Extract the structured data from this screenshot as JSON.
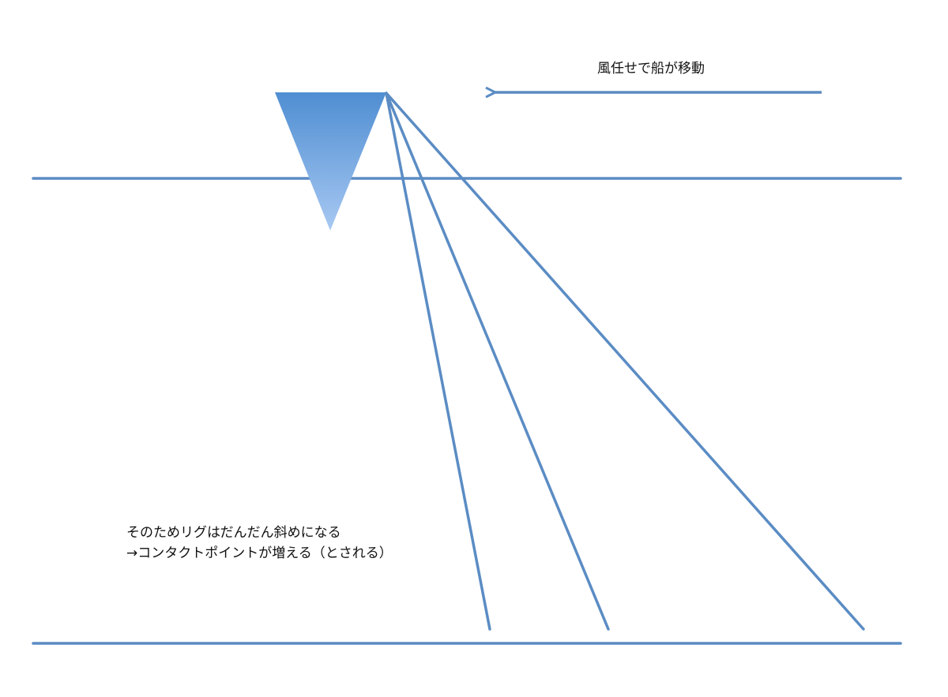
{
  "diagram": {
    "wind_label": "風任せで船が移動",
    "note_line1": "そのためリグはだんだん斜めになる",
    "note_line2": "→コンタクトポイントが増える（とされる）",
    "line_count": 3,
    "colors": {
      "line": "#5b8cc4",
      "boat_top": "#4f8ed2",
      "boat_bottom": "#a7c8f2"
    }
  }
}
